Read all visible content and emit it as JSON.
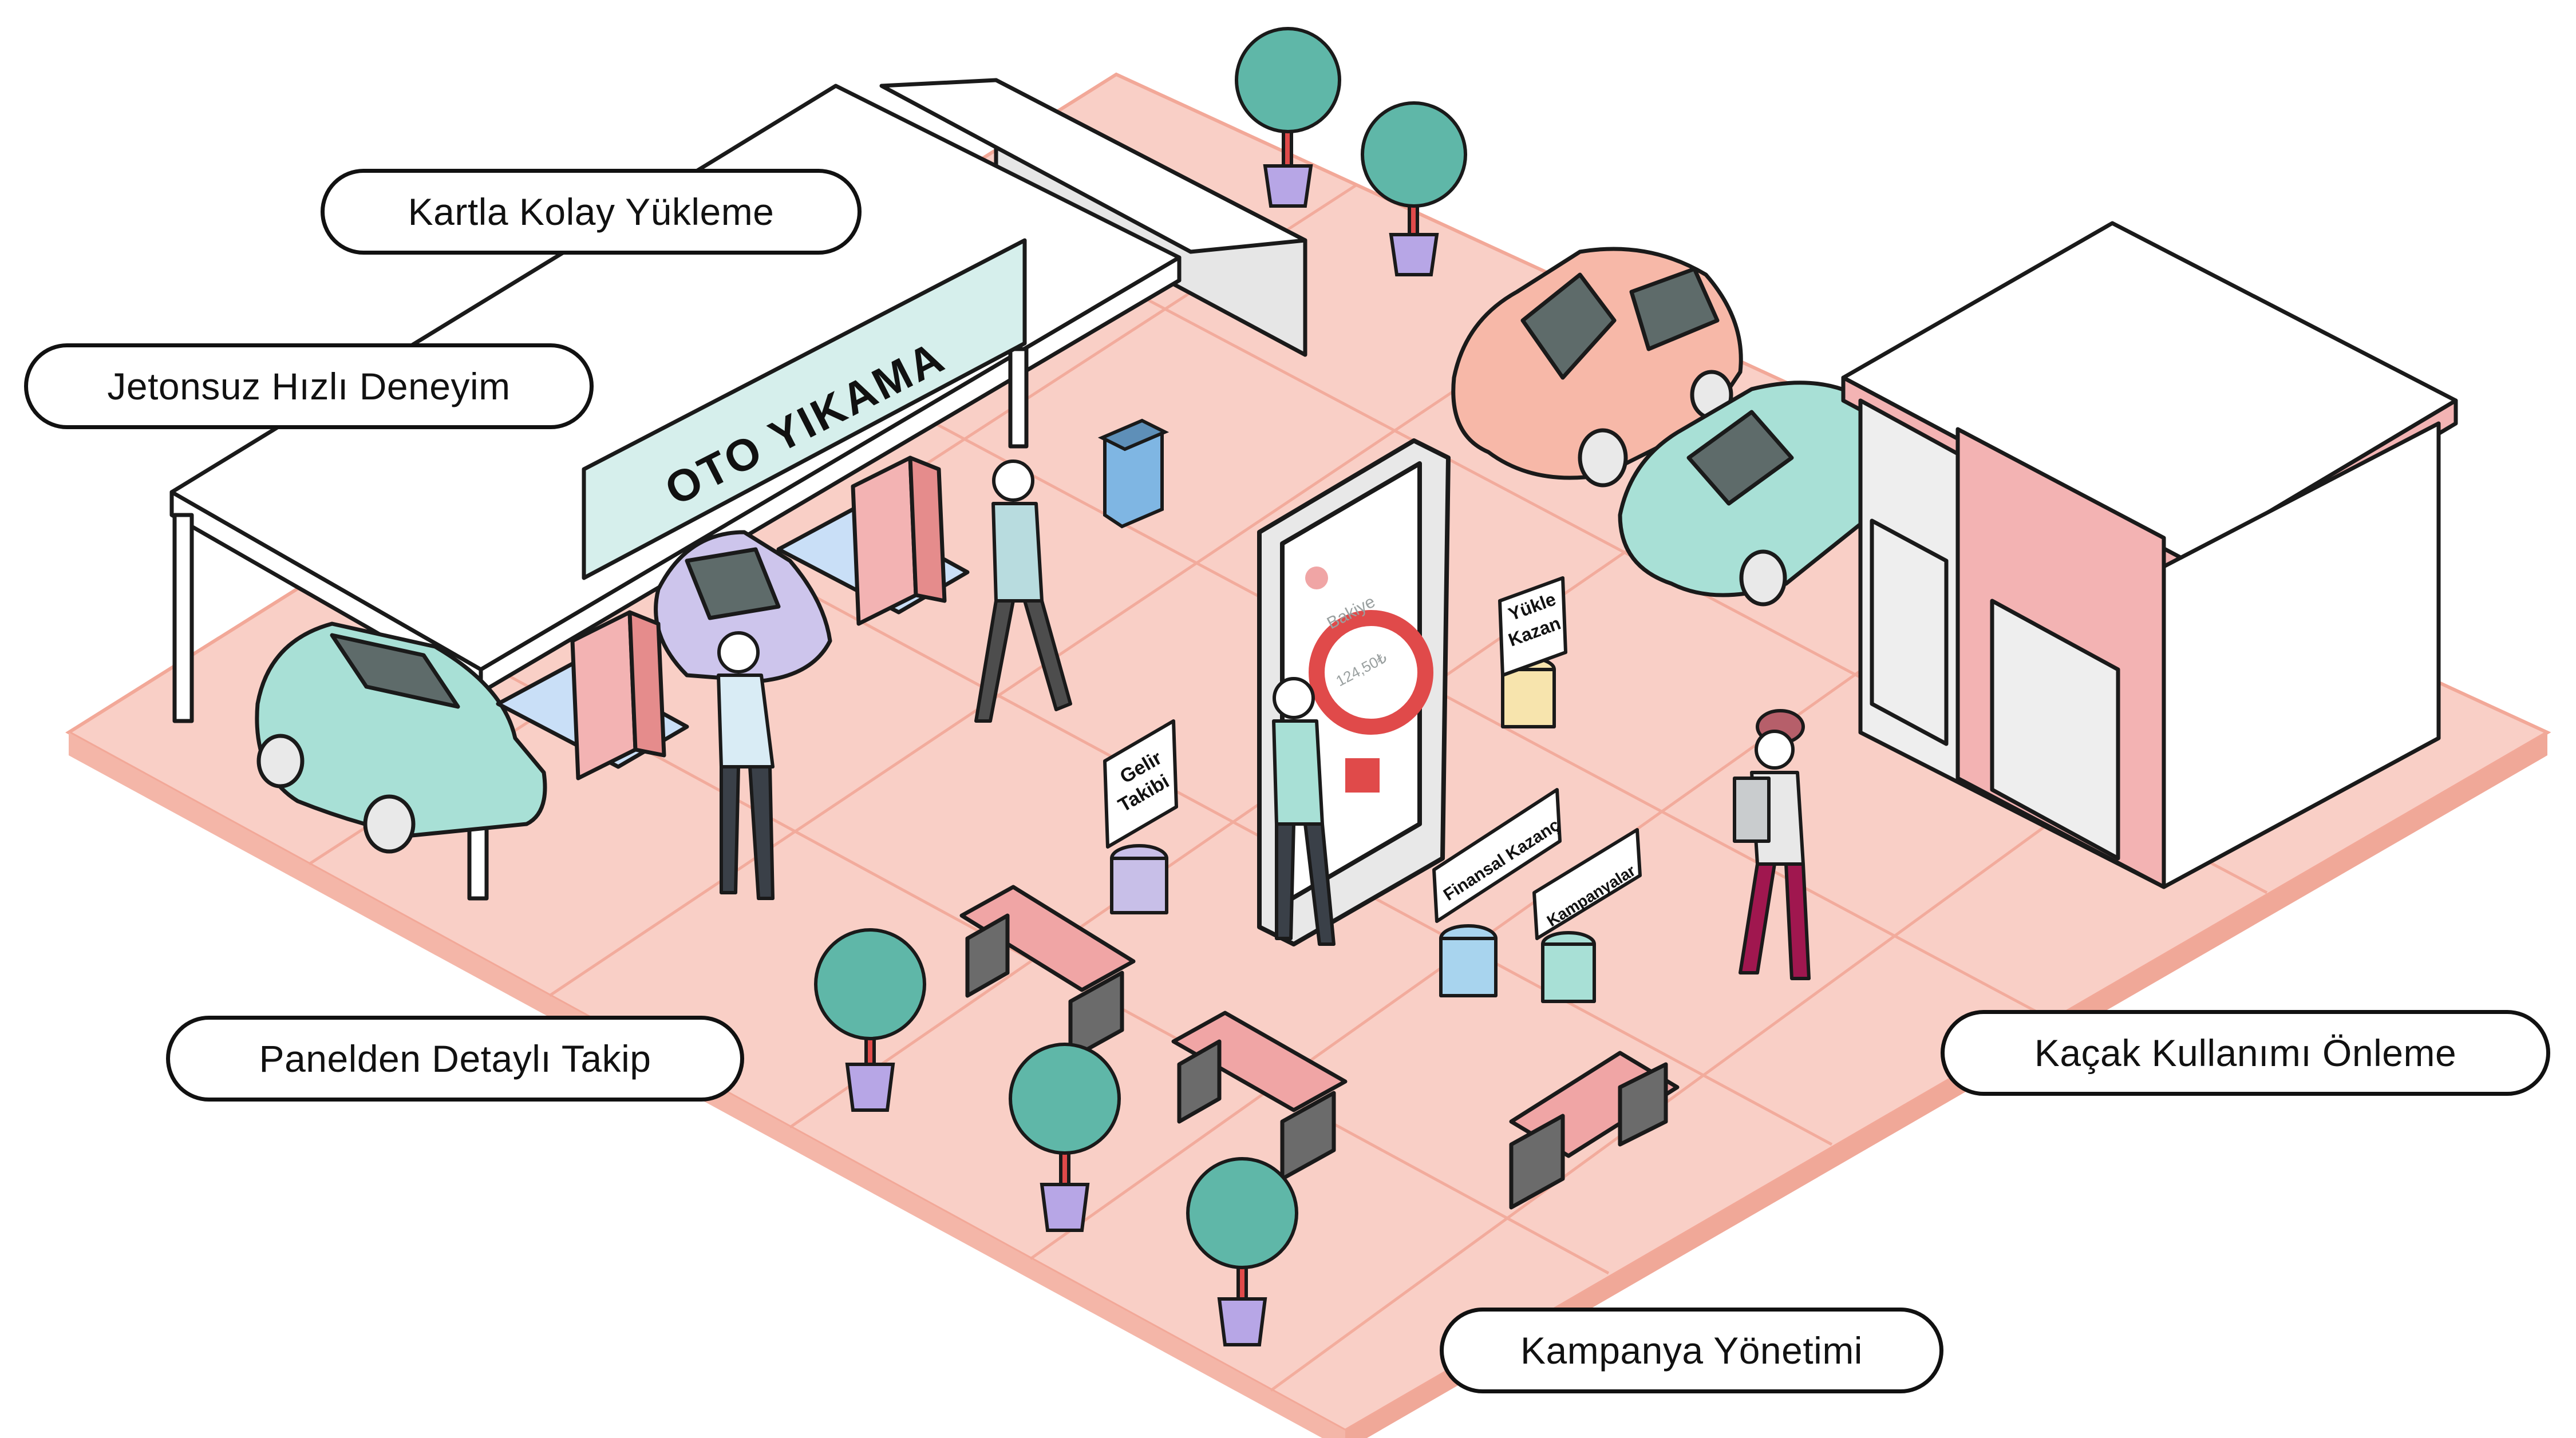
{
  "illustration": {
    "banner_text": "OTO YIKAMA",
    "phone": {
      "balance_label": "Bakiye",
      "balance_value": "124,50₺"
    },
    "signs": {
      "gelir_line1": "Gelir",
      "gelir_line2": "Takibi",
      "yukle_line1": "Yükle",
      "yukle_line2": "Kazan",
      "finansal": "Finansal Kazanç",
      "kampanyalar": "Kampanyalar"
    }
  },
  "labels": {
    "kartla": "Kartla Kolay Yükleme",
    "jetonsuz": "Jetonsuz Hızlı Deneyim",
    "panelden": "Panelden Detaylı Takip",
    "kacak": "Kaçak Kullanımı Önleme",
    "kampanya": "Kampanya Yönetimi"
  },
  "colors": {
    "floor": "#f9cfc6",
    "floor_grid": "#f2a898",
    "teal": "#6cc2b5",
    "mint": "#a8e0d6",
    "pink": "#f3b3b3",
    "lavender": "#c8bfe8",
    "outline": "#1a1a1a"
  }
}
